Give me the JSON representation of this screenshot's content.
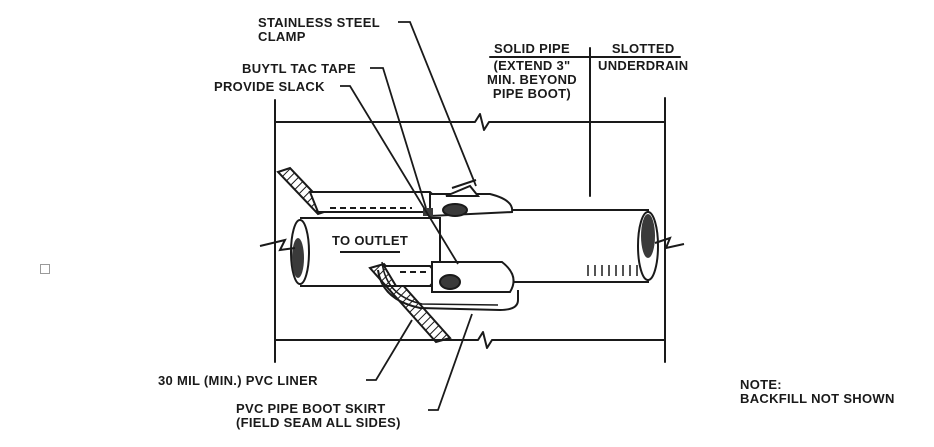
{
  "colors": {
    "ink": "#1a1a1a",
    "fill": "#3a3a3a",
    "paper": "#ffffff"
  },
  "labels": {
    "stainless_clamp_1": "STAINLESS STEEL",
    "stainless_clamp_2": "CLAMP",
    "butyl_tape": "BUYTL TAC TAPE",
    "provide_slack": "PROVIDE SLACK",
    "solid_pipe_1": "SOLID PIPE",
    "solid_pipe_2": "(EXTEND 3\"",
    "solid_pipe_3": "MIN. BEYOND",
    "solid_pipe_4": "PIPE BOOT)",
    "slotted_1": "SLOTTED",
    "slotted_2": "UNDERDRAIN",
    "to_outlet": "TO OUTLET",
    "pvc_liner": "30 MIL (MIN.) PVC LINER",
    "boot_skirt_1": "PVC PIPE BOOT SKIRT",
    "boot_skirt_2": "(FIELD SEAM ALL SIDES)",
    "note_1": "NOTE:",
    "note_2": "BACKFILL NOT SHOWN"
  }
}
